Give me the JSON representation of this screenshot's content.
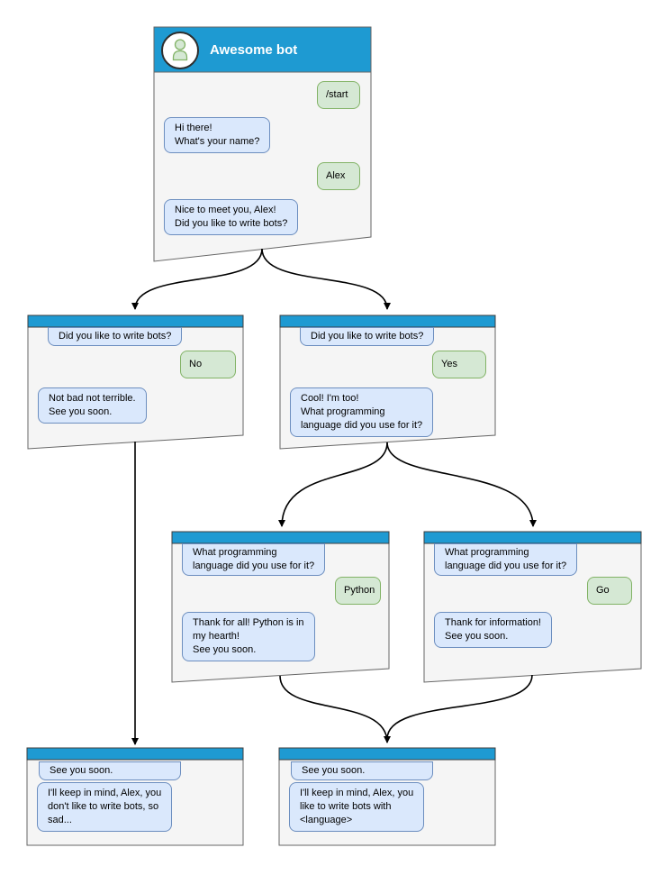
{
  "theme": {
    "canvas_bg": "#ffffff",
    "header_blue": "#1e9ad2",
    "strip_border": "#3d3d3d",
    "window_fill": "#f5f5f5",
    "window_border": "#666666",
    "bot_bubble_fill": "#dae8fc",
    "bot_bubble_border": "#6c8ebf",
    "user_bubble_fill": "#d5e8d4",
    "user_bubble_border": "#82b366",
    "arrow_color": "#000000",
    "title_color": "#ffffff",
    "text_color": "#000000",
    "avatar_fill": "#ffffff",
    "avatar_border": "#2e2e2e"
  },
  "bot": {
    "title": "Awesome bot",
    "avatar_icon": "person-icon"
  },
  "windows": [
    {
      "id": "start",
      "messages": [
        {
          "from": "user",
          "text": "/start"
        },
        {
          "from": "bot",
          "text": "Hi there!\nWhat's your name?"
        },
        {
          "from": "user",
          "text": "Alex"
        },
        {
          "from": "bot",
          "text": "Nice to meet you, Alex!\nDid you like to write bots?"
        }
      ]
    },
    {
      "id": "branch-no",
      "messages": [
        {
          "from": "bot",
          "continued": true,
          "text": "Did you like to write bots?"
        },
        {
          "from": "user",
          "text": "No"
        },
        {
          "from": "bot",
          "text": "Not bad not terrible.\nSee you soon."
        }
      ]
    },
    {
      "id": "branch-yes",
      "messages": [
        {
          "from": "bot",
          "continued": true,
          "text": "Did you like to write bots?"
        },
        {
          "from": "user",
          "text": "Yes"
        },
        {
          "from": "bot",
          "text": "Cool! I'm too!\nWhat programming\nlanguage did you use for it?"
        }
      ]
    },
    {
      "id": "branch-python",
      "messages": [
        {
          "from": "bot",
          "continued": true,
          "text": "What programming\nlanguage did you use for it?"
        },
        {
          "from": "user",
          "text": "Python"
        },
        {
          "from": "bot",
          "text": "Thank for all! Python is in\nmy hearth!\nSee you soon."
        }
      ]
    },
    {
      "id": "branch-go",
      "messages": [
        {
          "from": "bot",
          "continued": true,
          "text": "What programming\nlanguage did you use for it?"
        },
        {
          "from": "user",
          "text": "Go"
        },
        {
          "from": "bot",
          "text": "Thank for information!\nSee you soon."
        }
      ]
    },
    {
      "id": "end-no",
      "messages": [
        {
          "from": "bot",
          "continued": true,
          "text": "See you soon."
        },
        {
          "from": "bot",
          "text": "I'll keep in mind, Alex, you\ndon't like to write bots, so\nsad..."
        }
      ]
    },
    {
      "id": "end-yes",
      "messages": [
        {
          "from": "bot",
          "continued": true,
          "text": "See you soon."
        },
        {
          "from": "bot",
          "text": "I'll keep in mind, Alex, you\nlike to write bots with\n<language>"
        }
      ]
    }
  ]
}
